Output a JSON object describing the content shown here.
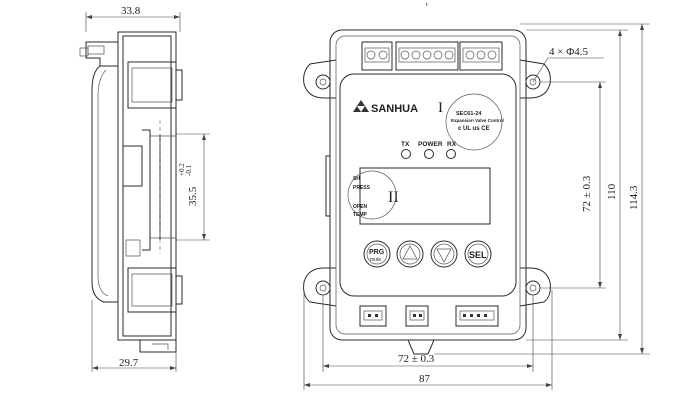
{
  "side_view": {
    "width_top": "33.8",
    "din_rail_height": "35.5",
    "din_tol_upper": "+0.2",
    "din_tol_lower": "-0.1",
    "depth_bottom": "29.7"
  },
  "front_view": {
    "brand": "SANHUA",
    "model_line1": "SEC61-24",
    "model_line2": "Expansion Valve Control",
    "cert_marks": "c UL us  CE",
    "leds": [
      "TX",
      "POWER",
      "RX"
    ],
    "side_labels": [
      "SH",
      "PRESS",
      "OPEN",
      "TEMP"
    ],
    "buttons": {
      "prg_top": "PRG",
      "prg_bottom": "mute",
      "up": "▲",
      "down": "▼",
      "sel": "SEL"
    },
    "roman_1": "I",
    "roman_2": "II",
    "small_tick": "r"
  },
  "dimensions": {
    "holes": "4 × Φ4.5",
    "hole_pitch_vertical": "72 ± 0.3",
    "height_total": "110",
    "height_overall": "114.3",
    "hole_pitch_horizontal": "72 ± 0.3",
    "width_total": "87"
  }
}
